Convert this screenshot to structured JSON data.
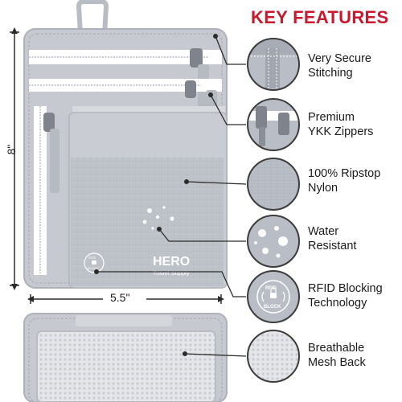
{
  "title": "KEY FEATURES",
  "colors": {
    "title": "#c8192e",
    "pouch": "#c6c9cf",
    "pouch_dark": "#a9adb5",
    "zipper_tape": "#ffffff",
    "leader_line": "#2b2b2b"
  },
  "dimensions": {
    "height": "8\"",
    "width": "5.5\""
  },
  "brand": {
    "name": "HERO",
    "tagline": "Travel Supply",
    "rfid_top": "RFID",
    "rfid_bottom": "BLOCK"
  },
  "features": [
    {
      "line1": "Very Secure",
      "line2": "Stitching",
      "icon": "stitching-detail"
    },
    {
      "line1": "Premium",
      "line2": "YKK Zippers",
      "icon": "zipper-pull-detail"
    },
    {
      "line1": "100% Ripstop",
      "line2": "Nylon",
      "icon": "ripstop-fabric-detail"
    },
    {
      "line1": "Water",
      "line2": "Resistant",
      "icon": "water-droplets-detail"
    },
    {
      "line1": "RFID Blocking",
      "line2": "Technology",
      "icon": "rfid-badge-detail"
    },
    {
      "line1": "Breathable",
      "line2": "Mesh Back",
      "icon": "mesh-detail"
    }
  ]
}
